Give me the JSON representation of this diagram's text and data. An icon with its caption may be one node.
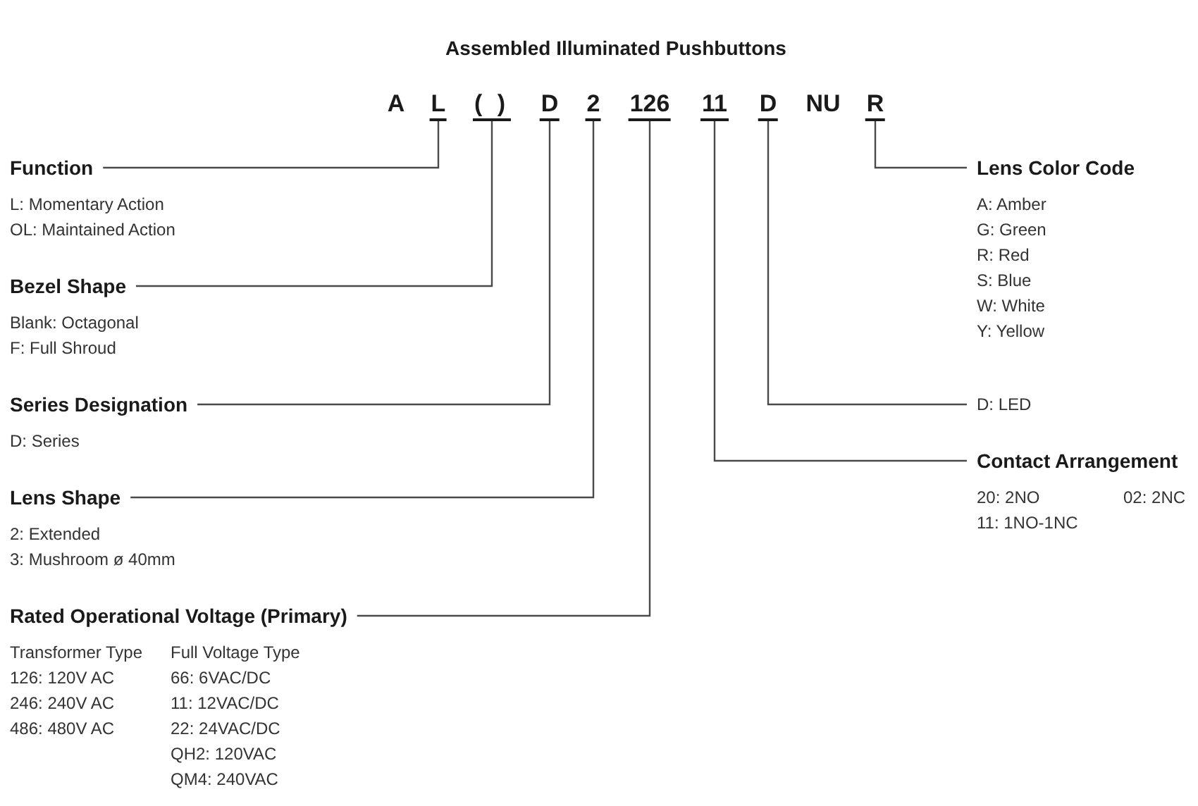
{
  "diagram": {
    "title": "Assembled Illuminated Pushbuttons",
    "nodes": [
      {
        "text": [
          "L"
        ]
      },
      {
        "text": [
          "( )"
        ]
      },
      {
        "text": [
          "D"
        ]
      },
      {
        "text": [
          "2"
        ]
      },
      {
        "text": [
          "126"
        ]
      },
      {
        "text": [
          "11"
        ]
      },
      {
        "text": [
          "D"
        ]
      },
      {
        "text": [
          "R"
        ]
      },
      {
        "text": [
          "Function"
        ],
        "beside": [
          "L: Momentary Action",
          "OL: Maintained Action"
        ]
      },
      {
        "text": [
          "Lens Color Code"
        ],
        "beside": [
          "A: Amber",
          "G: Green",
          "R: Red",
          "S: Blue",
          "W: White",
          "Y: Yellow"
        ]
      },
      {
        "text": [
          "Bezel Shape"
        ],
        "beside": [
          "Blank: Octagonal",
          "F: Full Shroud"
        ]
      },
      {
        "text": [
          "Series Designation"
        ],
        "beside": [
          "D: Series"
        ]
      },
      {
        "text": [
          "D: LED"
        ]
      },
      {
        "text": [
          "Contact Arrangement"
        ],
        "beside": [
          "20: 2NO",
          "02: 2NC",
          "11: 1NO-1NC"
        ]
      },
      {
        "text": [
          "Lens Shape"
        ],
        "beside": [
          "2: Extended",
          "3: Mushroom ø 40mm"
        ]
      },
      {
        "text": [
          "Rated Operational Voltage (Primary)"
        ],
        "beside": [
          "Transformer Type",
          "126: 120V AC",
          "246: 240V AC",
          "486: 480V AC",
          "Full Voltage Type",
          "66: 6VAC/DC",
          "11: 12VAC/DC",
          "22: 24VAC/DC",
          "QH2: 120VAC",
          "QM4: 240VAC"
        ]
      }
    ],
    "edges": [
      {
        "from": 0,
        "to": 8,
        "arrow": "none"
      },
      {
        "from": 1,
        "to": 10,
        "arrow": "none"
      },
      {
        "from": 2,
        "to": 11,
        "arrow": "none"
      },
      {
        "from": 3,
        "to": 14,
        "arrow": "none"
      },
      {
        "from": 4,
        "to": 15,
        "arrow": "none"
      },
      {
        "from": 5,
        "to": 13,
        "arrow": "none"
      },
      {
        "from": 6,
        "to": 12,
        "arrow": "none"
      },
      {
        "from": 7,
        "to": 9,
        "arrow": "none"
      }
    ],
    "labels": [
      "A",
      "NU"
    ]
  }
}
